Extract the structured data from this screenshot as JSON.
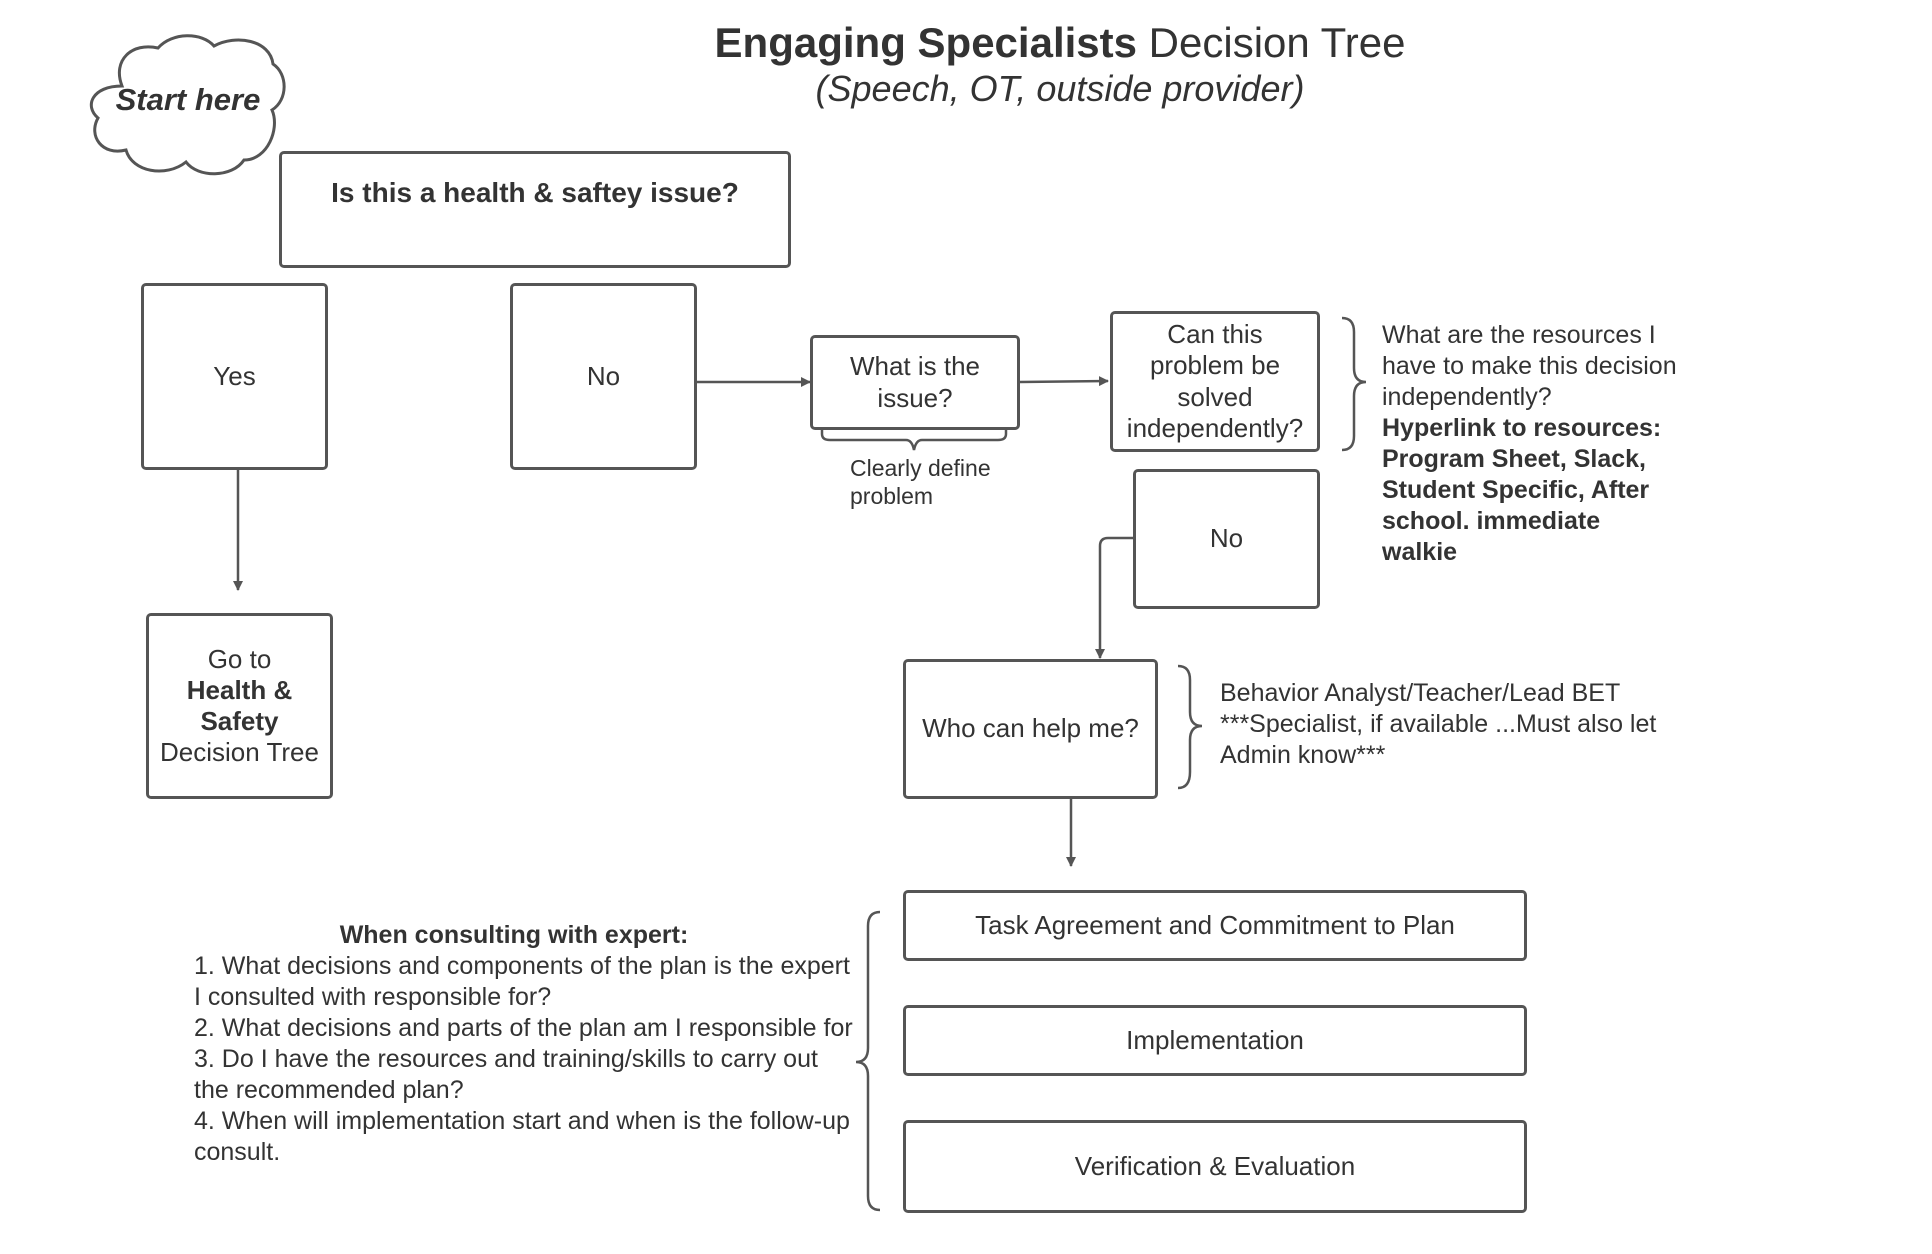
{
  "title": {
    "bold": "Engaging Specialists",
    "rest": " Decision Tree",
    "subtitle": "(Speech, OT, outside provider)"
  },
  "start": {
    "label": "Start here"
  },
  "nodes": {
    "health_question": "Is this a health & saftey issue?",
    "yes": "Yes",
    "no_top": "No",
    "what_issue": "What is the issue?",
    "what_issue_note": "Clearly define problem",
    "can_solve": "Can this problem be solved independently?",
    "no_mid": "No",
    "who_help": "Who can help me?",
    "goto_pre": "Go to",
    "goto_bold": "Health & Safety",
    "goto_post": "Decision Tree",
    "task_agreement": "Task Agreement and Commitment to Plan",
    "implementation": "Implementation",
    "verification": "Verification & Evaluation"
  },
  "resources_note": {
    "question": "What are the resources I have to make this decision independently?",
    "bold": "Hyperlink to resources: Program Sheet, Slack, Student Specific, After school. immediate walkie"
  },
  "helpers_note": "Behavior Analyst/Teacher/Lead BET ***Specialist, if available ...Must also let Admin know***",
  "consult": {
    "heading": "When consulting with expert:",
    "items": [
      "1.  What decisions and components of the plan is the expert I consulted with responsible for?",
      "2. What  decisions and parts of the plan am I responsible for",
      "3. Do I have the resources and training/skills to carry out the recommended plan?",
      "4. When will implementation start and when is the follow-up consult."
    ]
  },
  "colors": {
    "stroke": "#555555",
    "text": "#333333",
    "background": "#ffffff"
  }
}
